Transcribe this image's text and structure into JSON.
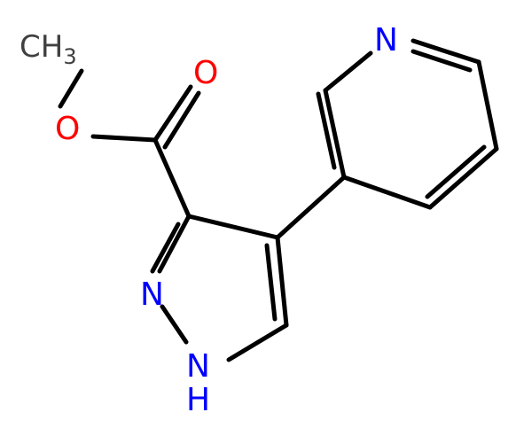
{
  "molecule": {
    "atom_labels": {
      "methyl_c": "CH",
      "methyl_sub": "3",
      "ester_o": "O",
      "carbonyl_o": "O",
      "pyridine_n": "N",
      "pyrazole_n2": "N",
      "pyrazole_n1": "N",
      "nh_h": "H"
    },
    "colors": {
      "carbon": "#000000",
      "oxygen": "#ff0000",
      "nitrogen": "#0000ff",
      "methyl_label": "#404040"
    }
  }
}
